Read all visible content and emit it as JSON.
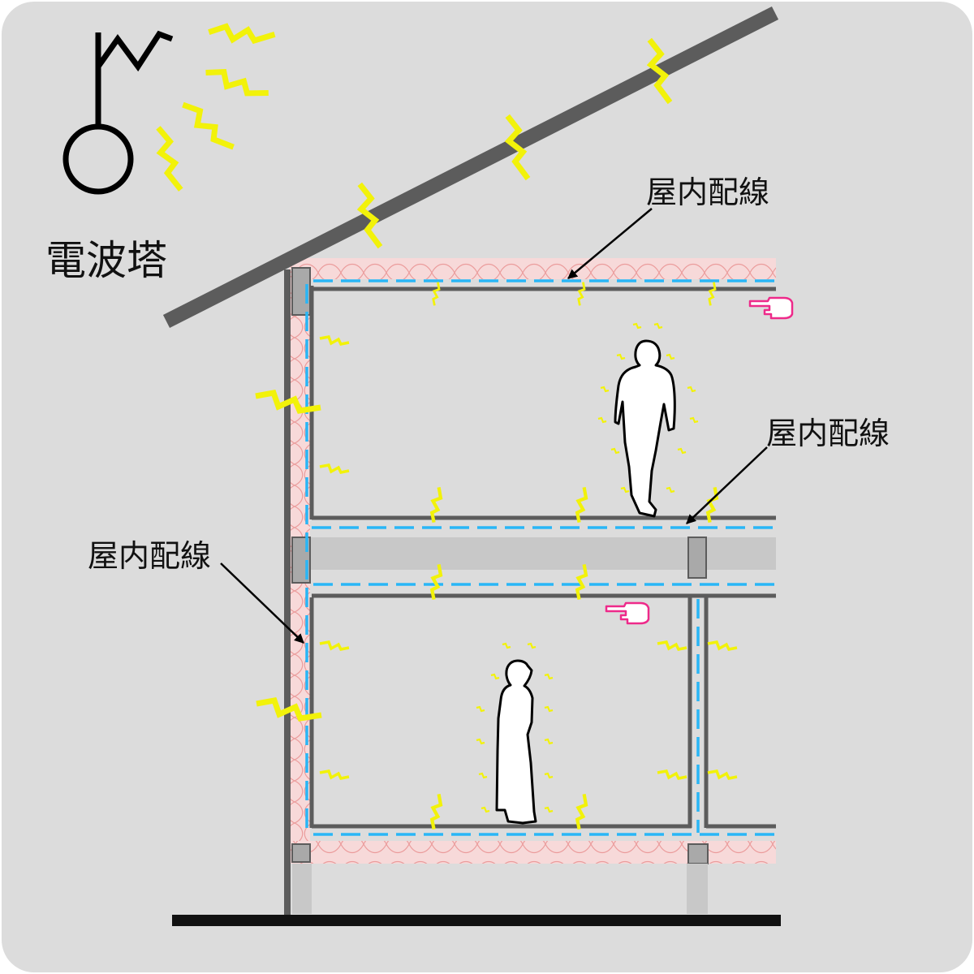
{
  "labels": {
    "tower": "電波塔",
    "wiring_upper": "屋内配線",
    "wiring_middle": "屋内配線",
    "wiring_left": "屋内配線"
  },
  "colors": {
    "background": "#dcdcdc",
    "structure": "#5c5c5c",
    "wiring": "#29b6f6",
    "emission": "#f2f20a",
    "insulation_fill": "#f7d9d9",
    "insulation_line": "#eb9c9c",
    "slab": "#c8c8c8",
    "post": "#a9a9a9",
    "pointer": "#ee2a8a",
    "ground": "#111111"
  },
  "icons": [
    "radio-tower-icon",
    "lightning-icon",
    "person-icon",
    "pointing-hand-icon",
    "arrow-icon"
  ]
}
